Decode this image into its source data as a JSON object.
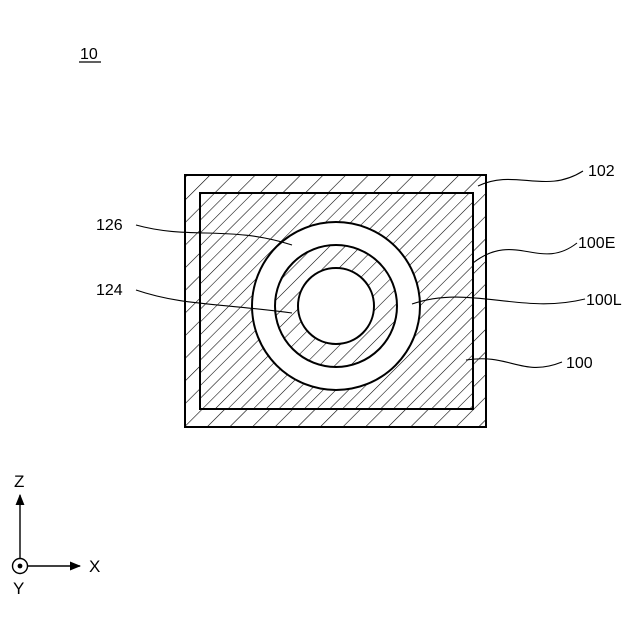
{
  "figure": {
    "number": "10",
    "labels": {
      "outer_layer": "102",
      "body": "100",
      "body_edge": "100E",
      "lumen": "100L",
      "outer_ring": "126",
      "inner_ring": "124"
    },
    "axes": {
      "z": "Z",
      "x": "X",
      "y": "Y"
    },
    "colors": {
      "line": "#000000",
      "background": "#ffffff"
    }
  }
}
